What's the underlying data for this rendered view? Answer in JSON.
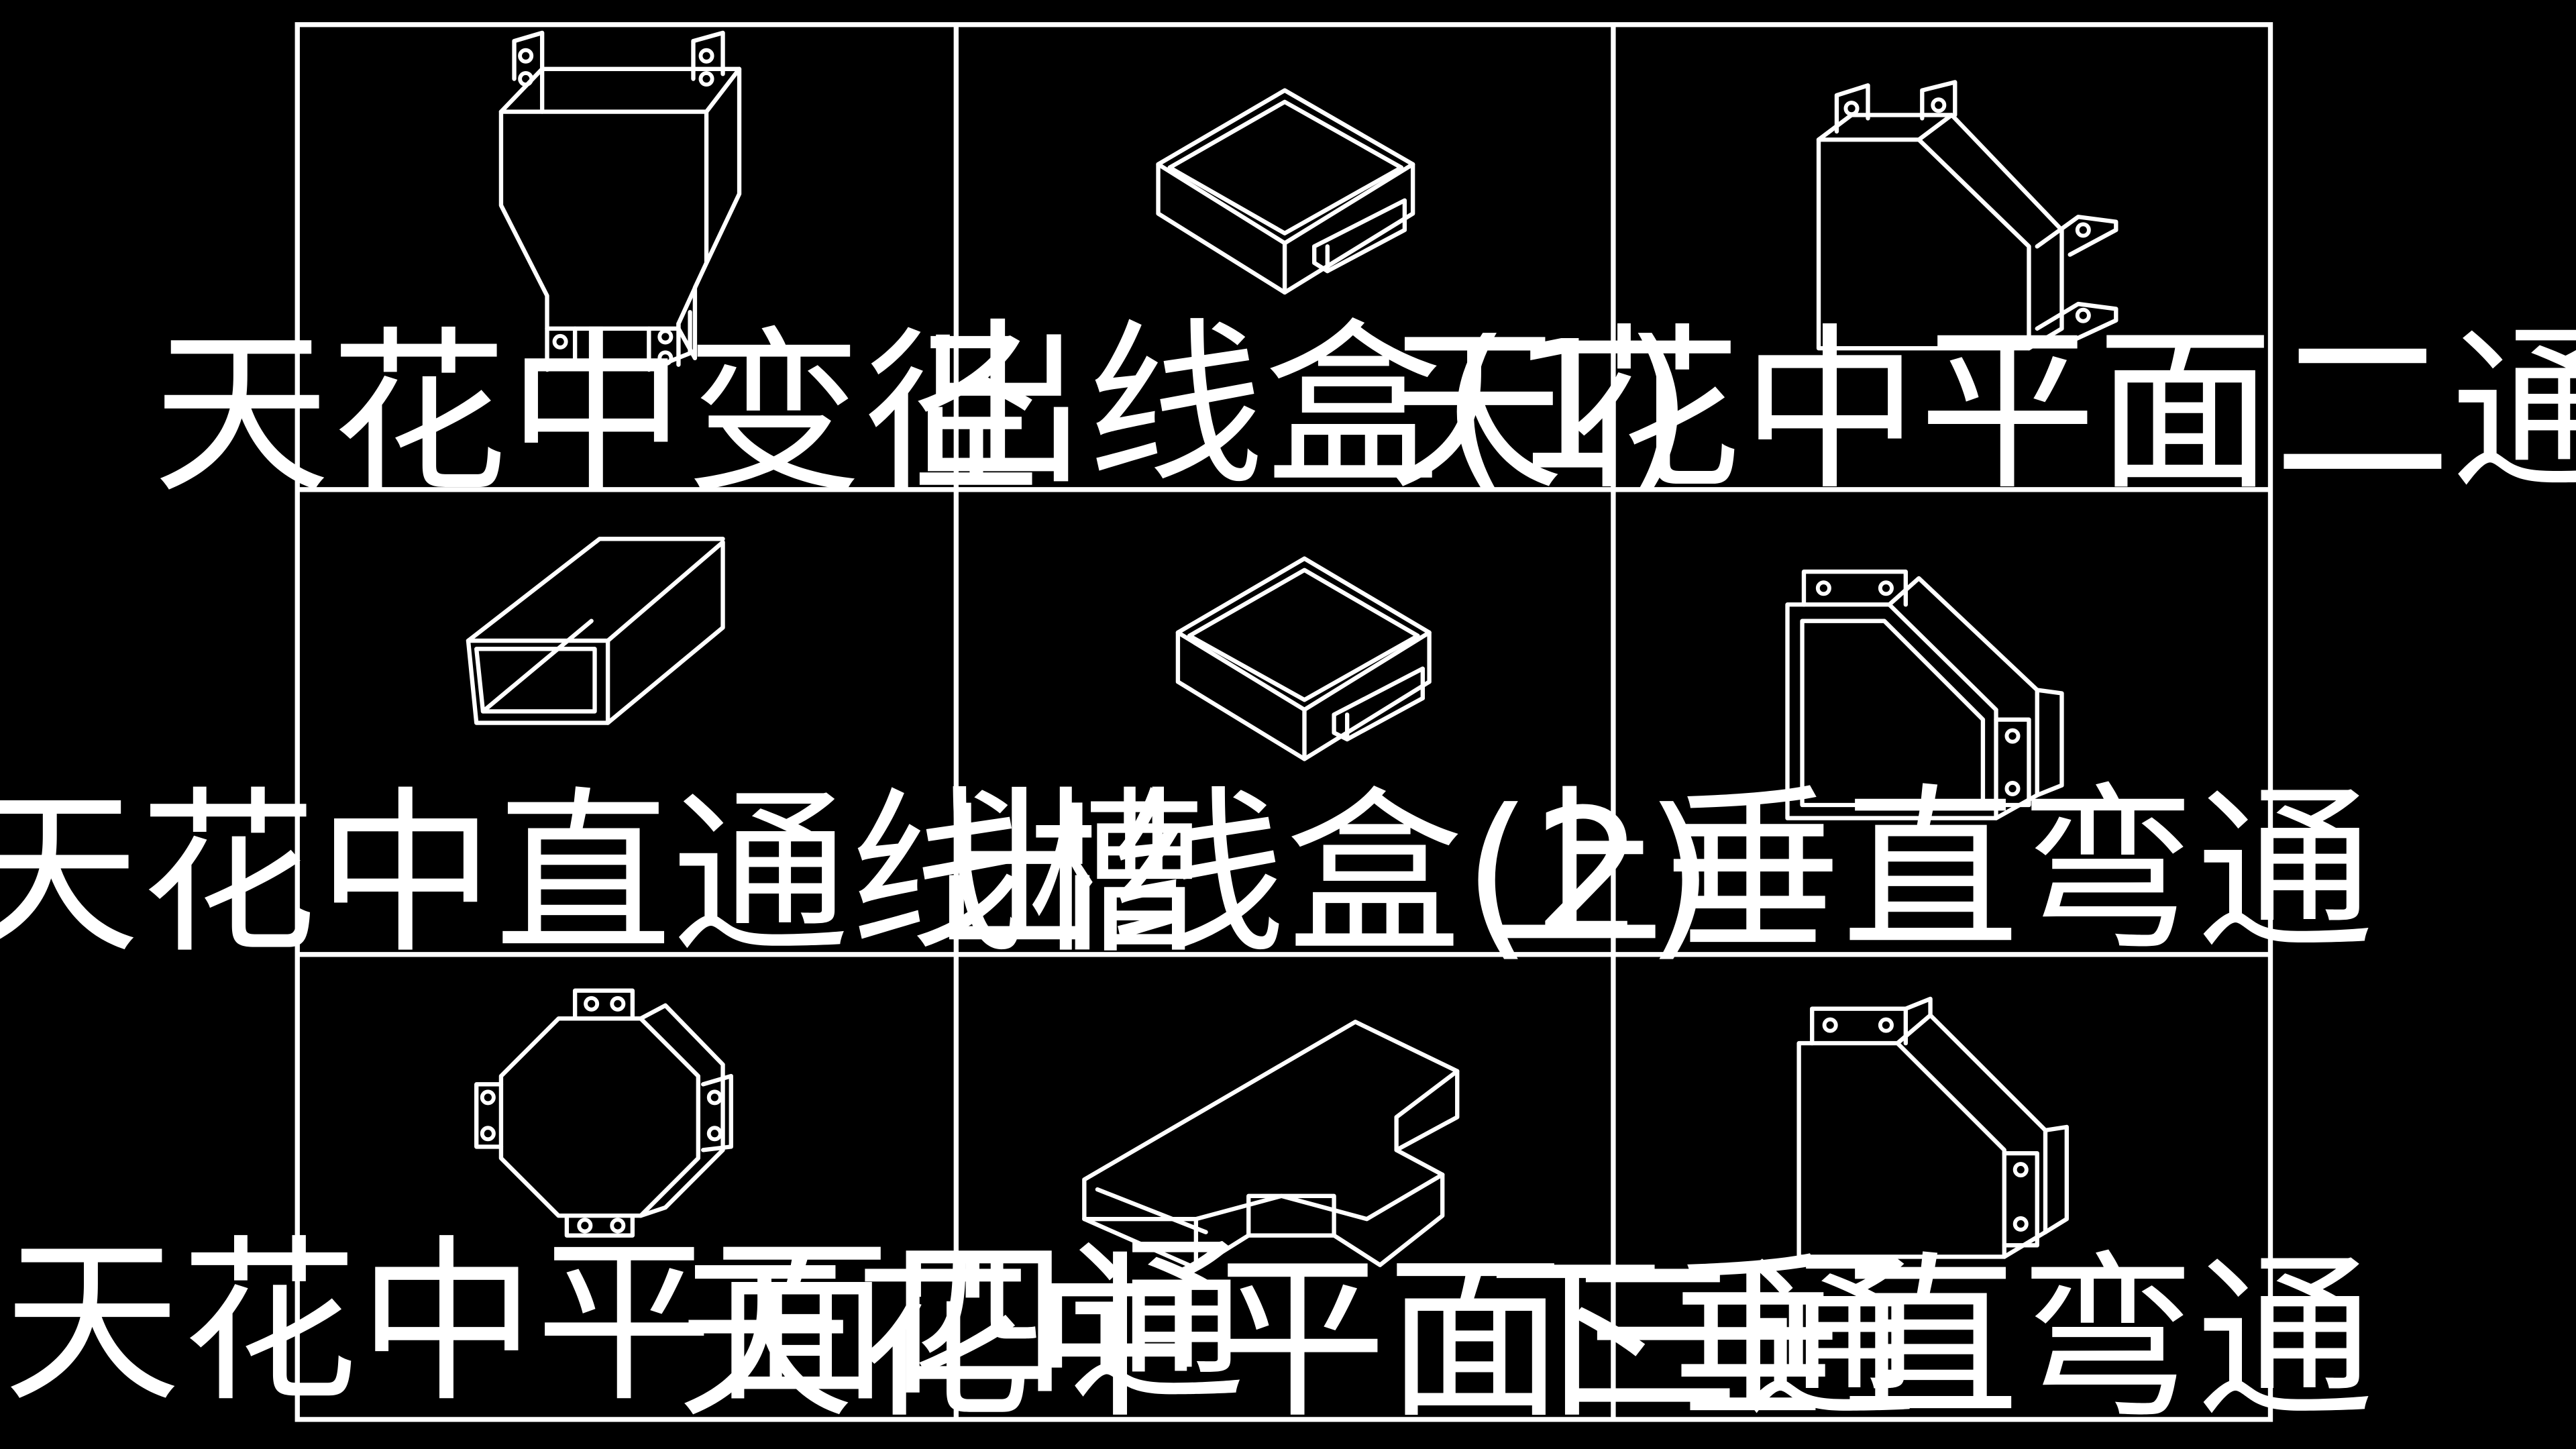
{
  "drawing": {
    "background_color": "#000000",
    "line_color": "#ffffff",
    "cells": [
      {
        "label": "天花中变径",
        "icon": "reducer-fitting-icon"
      },
      {
        "label": "出线盒(1)",
        "icon": "outlet-box-icon"
      },
      {
        "label": "天花中平面二通",
        "icon": "horizontal-elbow-icon"
      },
      {
        "label": "天花中直通线槽",
        "icon": "straight-trunking-icon"
      },
      {
        "label": "出线盒(2)",
        "icon": "outlet-box-icon"
      },
      {
        "label": "上垂直弯通",
        "icon": "vertical-up-elbow-icon"
      },
      {
        "label": "天花中平面四通",
        "icon": "cross-fitting-icon"
      },
      {
        "label": "天花中平面三通",
        "icon": "tee-fitting-icon"
      },
      {
        "label": "下垂直弯通",
        "icon": "vertical-down-elbow-icon"
      }
    ]
  }
}
